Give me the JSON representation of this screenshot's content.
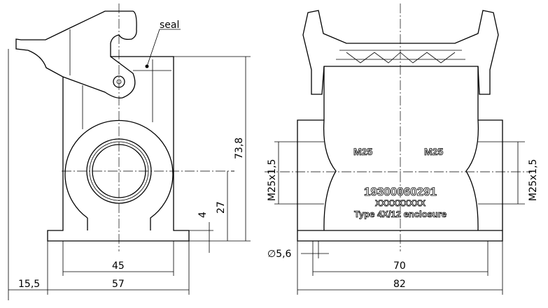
{
  "labels": {
    "seal": "seal"
  },
  "dimensions": {
    "height_total": "73,8",
    "center_height": "27",
    "base_thickness": "4",
    "inner_width": "45",
    "base_width": "57",
    "lever_overhang": "15,5",
    "thread_left": "M25x1,5",
    "thread_right": "M25x1,5",
    "hole_dia": "∅5,6",
    "hole_spacing": "70",
    "total_length": "82"
  },
  "markings": {
    "thread_left": "M25",
    "thread_right": "M25",
    "part_number": "19300060291",
    "batch": "XXXXXXXXX",
    "type": "Type 4X/12 enclosure"
  }
}
